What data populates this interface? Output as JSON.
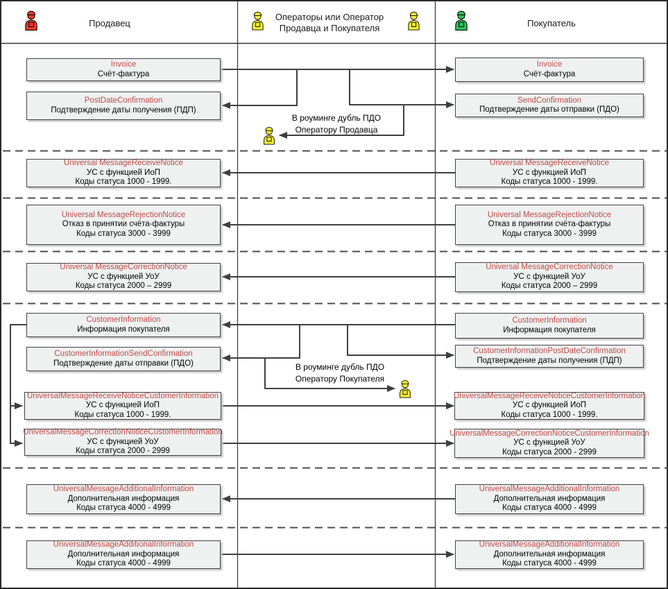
{
  "header": {
    "seller": {
      "label": "Продавец"
    },
    "operators": {
      "label_line1": "Операторы или Оператор",
      "label_line2": "Продавца и Покупателя"
    },
    "buyer": {
      "label": "Покупатель"
    }
  },
  "colors": {
    "seller_icon": "#e8392e",
    "operator_icon": "#f4f032",
    "buyer_icon": "#31bd58",
    "title_red": "#bf4a45",
    "box_fill": "#eff1f1",
    "connector": "#3f3f3f"
  },
  "boxes": {
    "seller": [
      {
        "title": "Invoice",
        "lines": [
          "Счёт-фактура"
        ]
      },
      {
        "title": "PostDateConfirmation",
        "lines": [
          "Подтверждение даты получения (ПДП)"
        ]
      },
      {
        "title": "Universal MessageReceiveNotice",
        "lines": [
          "УС с функцией ИоП",
          "Коды статуса 1000 - 1999."
        ]
      },
      {
        "title": "Universal MessageRejectionNotice",
        "lines": [
          "Отказ в принятии счёта-фактуры",
          "Коды статуса 3000 - 3999"
        ]
      },
      {
        "title": "Universal MessageCorrectionNotice",
        "lines": [
          "УС с функцией УоУ",
          "Коды статуса 2000 – 2999"
        ]
      },
      {
        "title": "CustomerInformation",
        "lines": [
          "Информация покупателя"
        ]
      },
      {
        "title": "CustomerInformationSendConfirmation",
        "lines": [
          "Подтверждение даты отправки (ПДО)"
        ]
      },
      {
        "title": "UniversalMessageReceiveNoticeCustomerInformation",
        "lines": [
          "УС с функцией ИоП",
          "Коды статуса 1000 - 1999."
        ]
      },
      {
        "title": "UniversalMessageCorrectionNoticeCustomerInformation",
        "lines": [
          "УС с функцией УоУ",
          "Коды статуса 2000 - 2999"
        ]
      },
      {
        "title": "UniversalMessageAdditionalInformation",
        "lines": [
          "Дополнительная информация",
          "Коды статуса 4000 - 4999"
        ]
      },
      {
        "title": "UniversalMessageAdditionalInformation",
        "lines": [
          "Дополнительная информация",
          "Коды статуса 4000 - 4999"
        ]
      }
    ],
    "buyer": [
      {
        "title": "Invoice",
        "lines": [
          "Счёт-фактура"
        ]
      },
      {
        "title": "SendConfirmation",
        "lines": [
          "Подтверждение даты отправки (ПДО)"
        ]
      },
      {
        "title": "Universal MessageReceiveNotice",
        "lines": [
          "УС с функцией ИоП",
          "Коды статуса 1000 - 1999."
        ]
      },
      {
        "title": "Universal MessageRejectionNotice",
        "lines": [
          "Отказ в принятии счёта-фактуры",
          "Коды статуса 3000 - 3999"
        ]
      },
      {
        "title": "Universal MessageCorrectionNotice",
        "lines": [
          "УС с функцией УоУ",
          "Коды статуса 2000 – 2999"
        ]
      },
      {
        "title": "CustomerInformation",
        "lines": [
          "Информация покупателя"
        ]
      },
      {
        "title": "CustomerInformationPostDateConfirmation",
        "lines": [
          "Подтверждение даты получения (ПДП)"
        ]
      },
      {
        "title": "UniversalMessageReceiveNoticeCustomerInformation",
        "lines": [
          "УС с функцией ИоП",
          "Коды статуса 1000 - 1999."
        ]
      },
      {
        "title": "UniversalMessageCorrectionNoticeCustomerInformation",
        "lines": [
          "УС с функцией УоУ",
          "Коды статуса 2000 - 2999"
        ]
      },
      {
        "title": "UniversalMessageAdditionalInformation",
        "lines": [
          "Дополнительная информация",
          "Коды статуса 4000 - 4999"
        ]
      },
      {
        "title": "UniversalMessageAdditionalInformation",
        "lines": [
          "Дополнительная информация",
          "Коды статуса 4000 - 4999"
        ]
      }
    ]
  },
  "annotations": {
    "roaming_seller": {
      "line1": "В роуминге дубль ПДО",
      "line2": "Оператору Продавца"
    },
    "roaming_buyer": {
      "line1": "В роуминге дубль ПДО",
      "line2": "Оператору Покупателя"
    }
  }
}
